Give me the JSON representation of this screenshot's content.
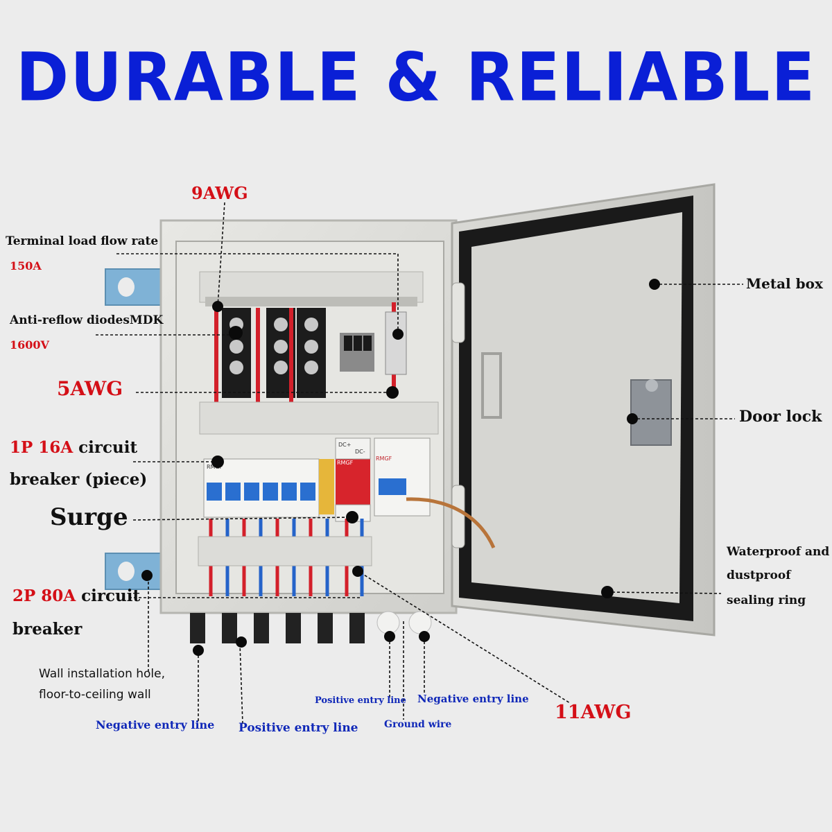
{
  "title": "DURABLE & RELIABLE",
  "labels": {
    "awg9": "9AWG",
    "terminal_flow": "Terminal load flow rate",
    "terminal_flow_value": "150A",
    "diode": "Anti-reflow diodesMDK",
    "diode_value": "1600V",
    "awg5": "5AWG",
    "breaker_1p_red": "1P 16A",
    "breaker_1p_rest": " circuit",
    "breaker_1p_line2": "breaker (piece)",
    "surge": "Surge",
    "breaker_2p_red": "2P 80A",
    "breaker_2p_rest": " circuit",
    "breaker_2p_line2": "breaker",
    "wall_hole_1": "Wall installation hole,",
    "wall_hole_2": "floor-to-ceiling wall",
    "neg_entry_left": "Negative entry line",
    "pos_entry_left": "Positive entry line",
    "pos_entry_right": "Positive entry line",
    "ground_wire": "Ground wire",
    "neg_entry_right": "Negative entry line",
    "awg11": "11AWG",
    "metal_box": "Metal box",
    "door_lock": "Door lock",
    "seal_1": "Waterproof and",
    "seal_2": "dustproof",
    "seal_3": "sealing ring"
  },
  "device_text": {
    "brand": "RMGF",
    "dc_plus": "DC+",
    "dc_minus": "DC-"
  },
  "colors": {
    "title": "#0a1fd6",
    "callout_red": "#d40f17",
    "callout_blue": "#1028b8",
    "box_grey": "#e0e0dc",
    "seal_black": "#1a1a1a"
  }
}
